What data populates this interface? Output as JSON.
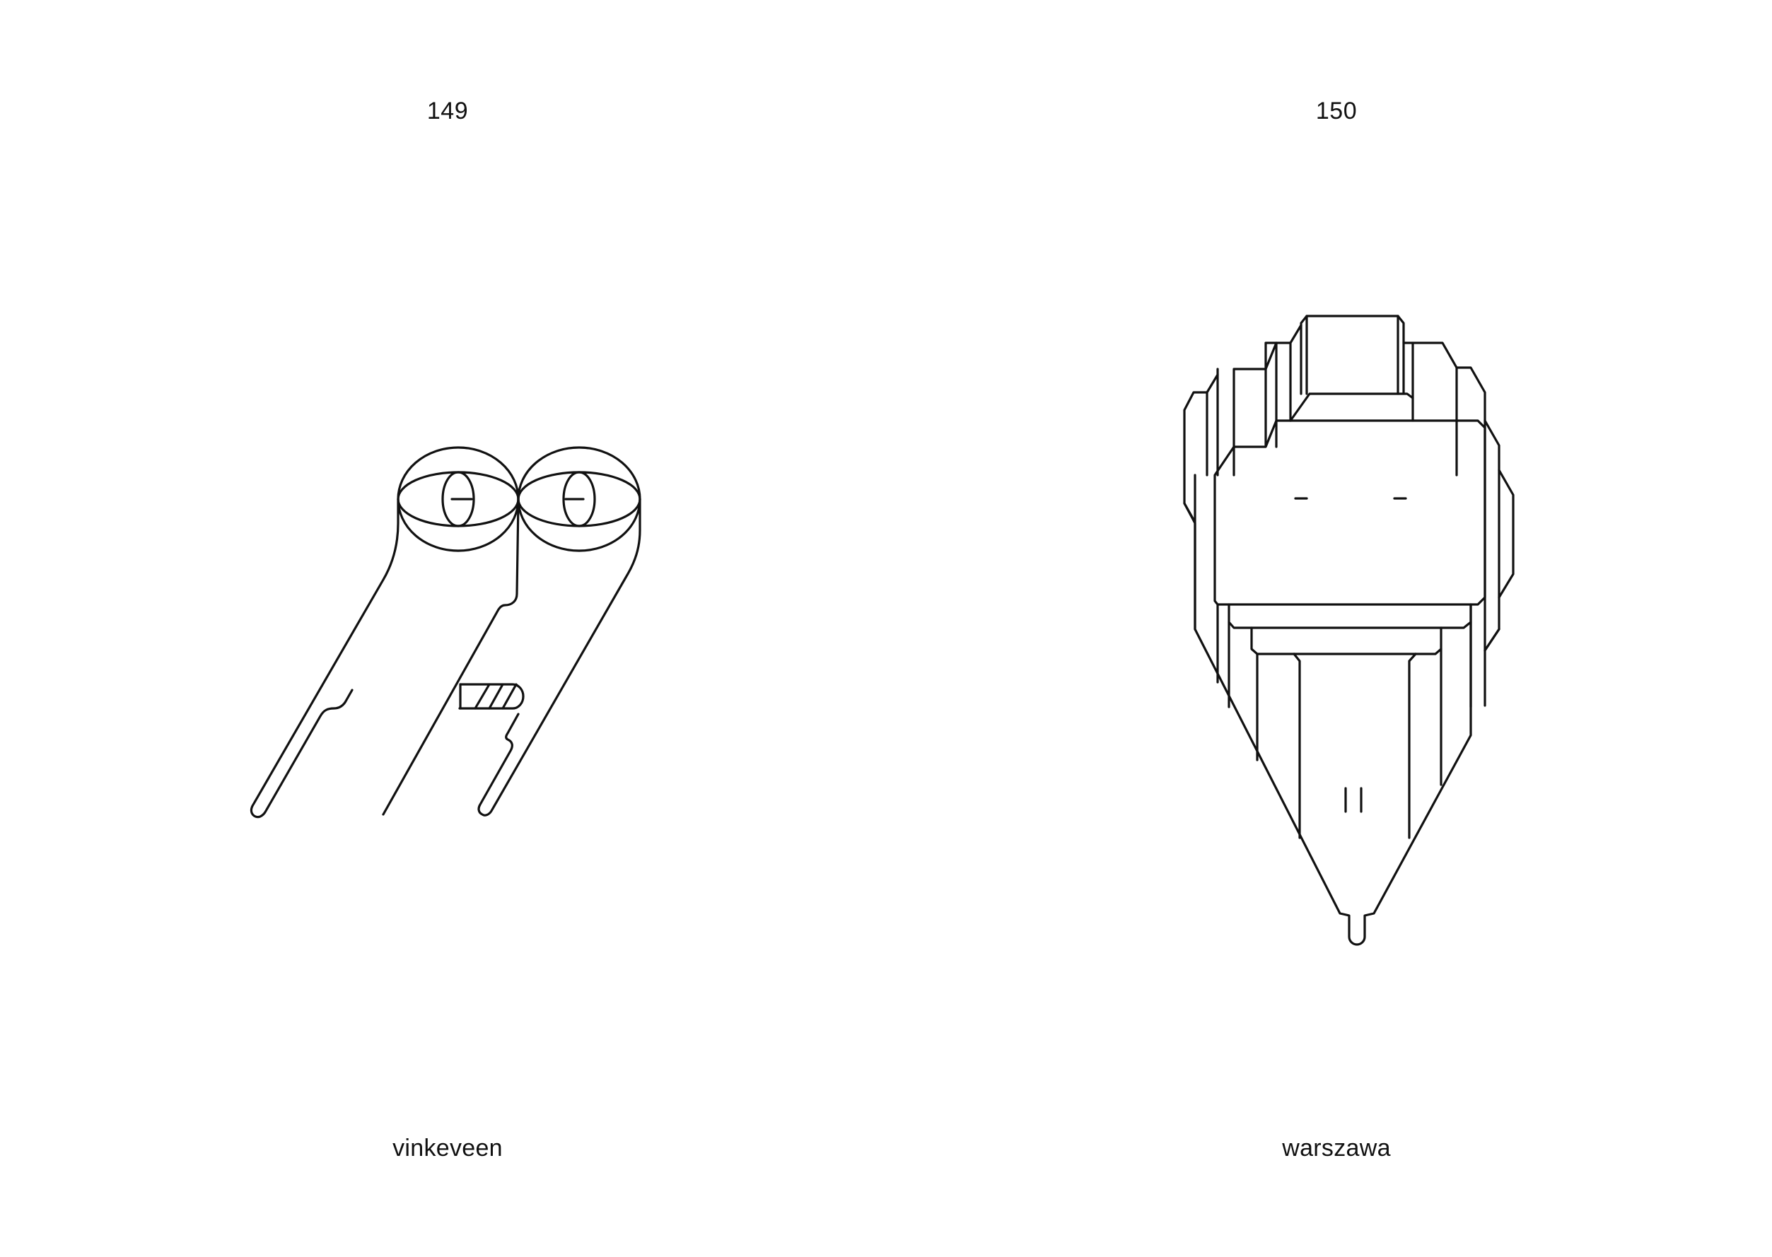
{
  "spread": {
    "left_page": {
      "page_number": "149",
      "caption": "vinkeveen",
      "illustration_icon": "vinkeveen-line-figure"
    },
    "right_page": {
      "page_number": "150",
      "caption": "warszawa",
      "illustration_icon": "warszawa-line-figure"
    }
  },
  "colors": {
    "background": "#ffffff",
    "ink": "#111111"
  }
}
